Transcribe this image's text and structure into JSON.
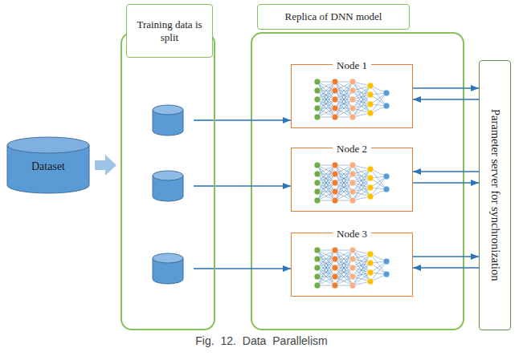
{
  "diagram": {
    "caption": "Fig. 12. Data Parallelism",
    "nodes": [
      {
        "text": [
          "Dataset"
        ]
      },
      {
        "text": [
          "Training data is split"
        ]
      },
      {
        "text": [
          "Replica of DNN model"
        ]
      },
      {
        "text": [
          "Node 1"
        ],
        "in": 2
      },
      {
        "text": [
          "Node 2"
        ],
        "in": 2
      },
      {
        "text": [
          "Node 3"
        ],
        "in": 2
      },
      {
        "text": [
          "Parameter server for synchronization"
        ]
      }
    ],
    "edges": [
      {
        "from": 0,
        "to": 1,
        "arrow": "to"
      },
      {
        "from": 1,
        "to": 3,
        "arrow": "to"
      },
      {
        "from": 1,
        "to": 4,
        "arrow": "to"
      },
      {
        "from": 1,
        "to": 5,
        "arrow": "to"
      },
      {
        "from": 3,
        "to": 6,
        "arrow": "to"
      },
      {
        "from": 6,
        "to": 3,
        "arrow": "to"
      },
      {
        "from": 6,
        "to": 4,
        "arrow": "to"
      },
      {
        "from": 4,
        "to": 6,
        "arrow": "to"
      },
      {
        "from": 5,
        "to": 6,
        "arrow": "to"
      },
      {
        "from": 6,
        "to": 5,
        "arrow": "to"
      }
    ]
  }
}
